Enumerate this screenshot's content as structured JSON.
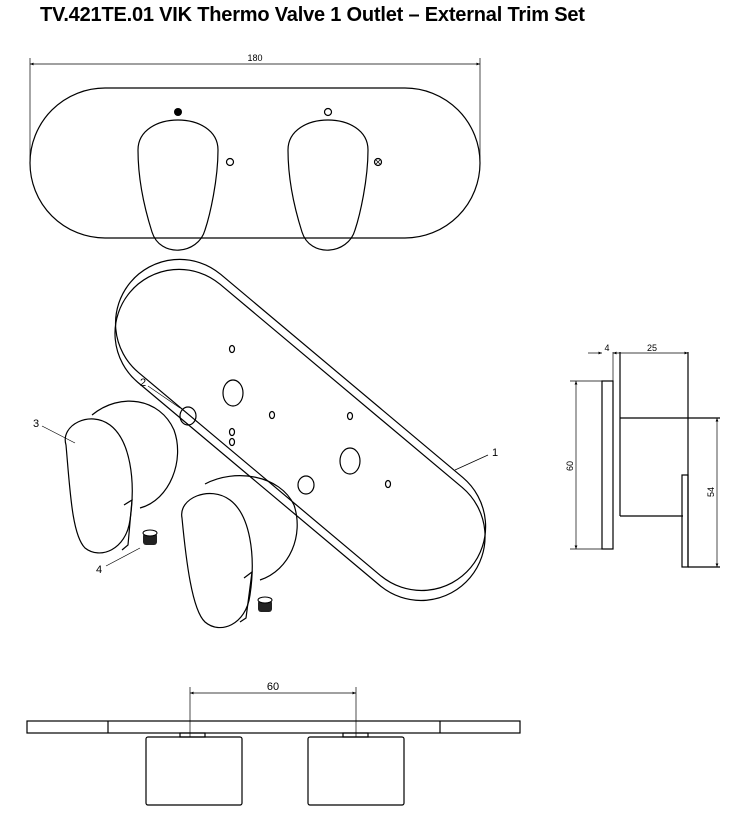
{
  "title": "TV.421TE.01 VIK Thermo Valve 1 Outlet – External Trim Set",
  "front_view": {
    "width_dim": "180"
  },
  "exploded_view": {
    "callouts": [
      "1",
      "2",
      "3",
      "4"
    ]
  },
  "side_view": {
    "plate_thickness_dim": "4",
    "depth_dim": "25",
    "plate_height_dim": "60",
    "handle_height_dim": "54"
  },
  "bottom_view": {
    "centers_dim": "60"
  }
}
